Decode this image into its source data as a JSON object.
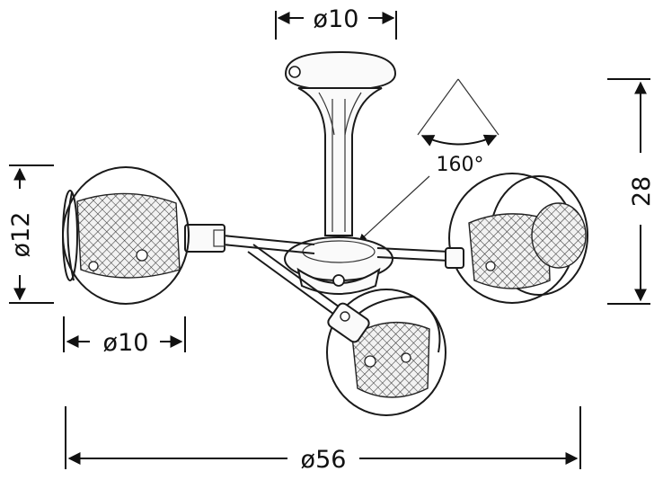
{
  "dimensions": {
    "top_canopy": "ø10",
    "angle": "160°",
    "height": "28",
    "shade_height": "ø12",
    "shade_width": "ø10",
    "overall_width": "ø56"
  },
  "colors": {
    "line": "#111111",
    "background": "#ffffff"
  }
}
